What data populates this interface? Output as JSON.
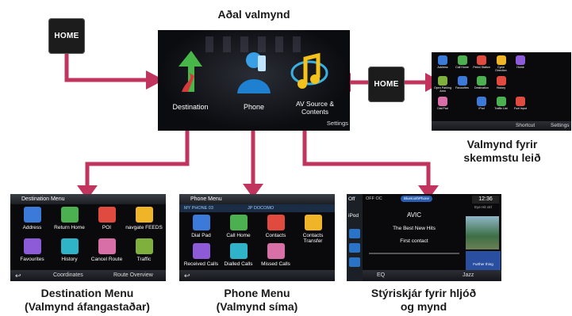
{
  "captions": {
    "main_menu": "Aðal valmynd",
    "shortcut_menu_line1": "Valmynd fyrir",
    "shortcut_menu_line2": "skemmstu leið",
    "destination_line1": "Destination Menu",
    "destination_line2": "(Valmynd áfangastaðar)",
    "phone_line1": "Phone Menu",
    "phone_line2": "(Valmynd síma)",
    "av_line1": "Stýriskjár fyrir hljóð",
    "av_line2": "og mynd"
  },
  "home_button_label": "HOME",
  "main_screen": {
    "items": [
      "Destination",
      "Phone",
      "AV Source & Contents"
    ],
    "settings": "Settings"
  },
  "shortcut_screen": {
    "grid": [
      "Address",
      "Call Home",
      "Petrol Station",
      "Cycle Direction",
      "Home",
      "",
      "",
      "Open Parking Area",
      "Favourites",
      "Destination",
      "History",
      "",
      "",
      "",
      "Dial Pad",
      "",
      "iPod",
      "Traffic List",
      "Fuel Input"
    ],
    "bottom_left": "Shortcut",
    "bottom_right": "Settings"
  },
  "destination_screen": {
    "title": "Destination Menu",
    "items": [
      "Address",
      "Return Home",
      "POI",
      "navgate FEEDS",
      "Favourites",
      "History",
      "Cancel Route",
      "Traffic"
    ],
    "bottom": [
      "Coordinates",
      "Route Overview"
    ]
  },
  "phone_screen": {
    "title": "Phone Menu",
    "status_left": "MY PHONE 03",
    "status_mid": "JP DOCOMO",
    "items": [
      "Dial Pad",
      "Call Home",
      "Contacts",
      "Contacts Transfer",
      "Received Calls",
      "Dialled Calls",
      "Missed Calls"
    ]
  },
  "av_screen": {
    "side_tabs": [
      "Off",
      "iPod"
    ],
    "status": [
      "OFF OC",
      "BluetoothPhone"
    ],
    "clock": "12:36",
    "track": "AVIC",
    "album": "The Best New Hits",
    "artist": "First contact",
    "right_labels": [
      "Eye Hit ctrl",
      "Further thing"
    ],
    "bottom": [
      "EQ",
      "Jazz"
    ]
  },
  "colors": {
    "arrow": "#c0345e",
    "screen_bg": "#0a0a0c"
  }
}
